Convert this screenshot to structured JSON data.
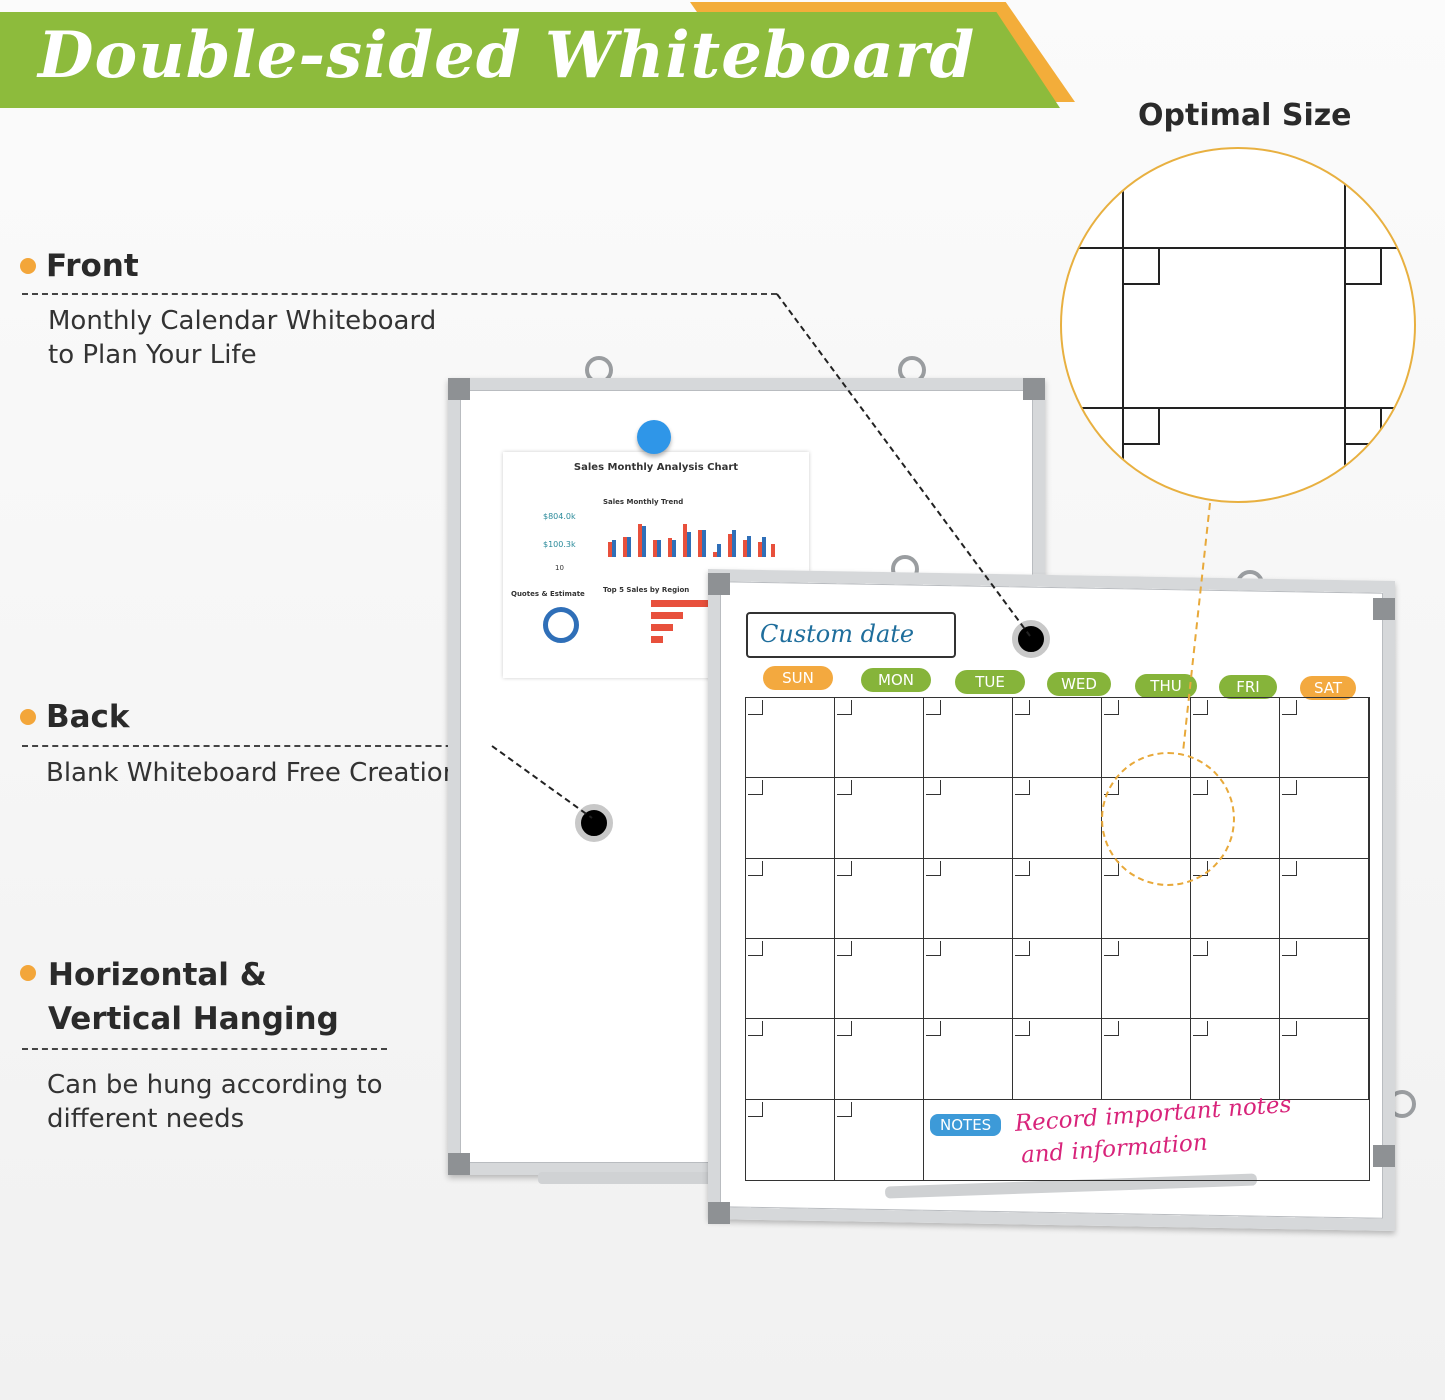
{
  "header": {
    "title": "Double-sided Whiteboard",
    "subtitle": "Optimal Size"
  },
  "sections": [
    {
      "title": "Front",
      "description": [
        "Monthly Calendar Whiteboard",
        "to Plan Your Life"
      ]
    },
    {
      "title": "Back",
      "description": [
        "Blank Whiteboard Free Creation"
      ]
    },
    {
      "title": [
        "Horizontal &",
        "Vertical Hanging"
      ],
      "description": [
        "Can be hung according to",
        "different needs"
      ]
    }
  ],
  "sheet": {
    "title": "Sales Monthly Analysis Chart",
    "trend_title": "Sales Monthly Trend",
    "kpi1": "$804.0k",
    "kpi2": "$100.3k",
    "kpi3": "10",
    "donut_title": "Quotes & Estimate",
    "bar_title": "Top 5 Sales by Region"
  },
  "calendar": {
    "header_label": "Custom date",
    "days": [
      {
        "label": "SUN",
        "color": "#f3a93f"
      },
      {
        "label": "MON",
        "color": "#86b43a"
      },
      {
        "label": "TUE",
        "color": "#86b43a"
      },
      {
        "label": "WED",
        "color": "#86b43a"
      },
      {
        "label": "THU",
        "color": "#86b43a"
      },
      {
        "label": "FRI",
        "color": "#86b43a"
      },
      {
        "label": "SAT",
        "color": "#f3a93f"
      }
    ],
    "notes_label": "NOTES",
    "notes_text": [
      "Record important notes",
      "and information"
    ]
  },
  "colors": {
    "banner": "#8dbb3c",
    "accent": "#f3ad3a",
    "notes_badge": "#3d9ad8",
    "notes_text": "#d8237a",
    "custom_date": "#1f6e9c"
  }
}
